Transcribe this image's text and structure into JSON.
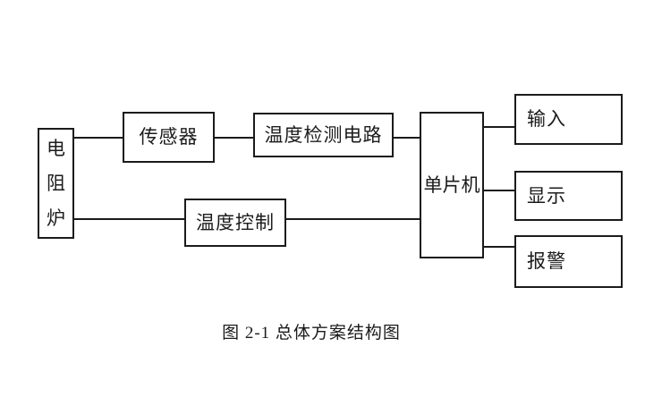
{
  "diagram": {
    "caption": "图 2-1 总体方案结构图",
    "nodes": {
      "furnace": "电阻炉",
      "sensor": "传感器",
      "detection_circuit": "温度检测电路",
      "temperature_control": "温度控制",
      "mcu": "单片机",
      "input": "输入",
      "display": "显示",
      "alarm": "报警"
    },
    "colors": {
      "line": "#1b1b1b",
      "background": "#ffffff"
    }
  }
}
